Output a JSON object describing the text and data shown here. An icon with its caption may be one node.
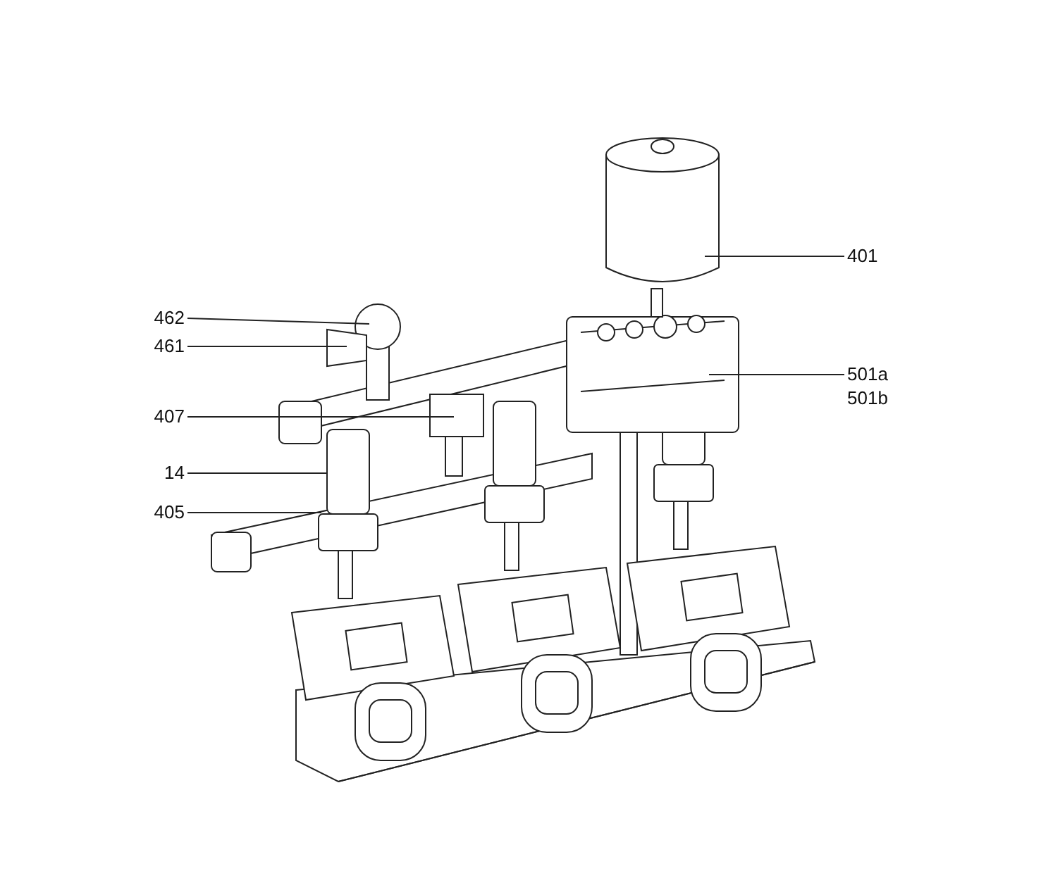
{
  "diagram": {
    "nodes": [
      {
        "text": [
          "462"
        ]
      },
      {
        "text": [
          "461"
        ]
      },
      {
        "text": [
          "407"
        ]
      },
      {
        "text": [
          "14"
        ]
      },
      {
        "text": [
          "405"
        ]
      },
      {
        "text": [
          "401"
        ]
      },
      {
        "text": [
          "501a",
          "501b"
        ]
      }
    ],
    "edges": [
      {
        "from": 0,
        "to": null,
        "arrow": "none"
      },
      {
        "from": 1,
        "to": null,
        "arrow": "none"
      },
      {
        "from": 2,
        "to": null,
        "arrow": "none"
      },
      {
        "from": 3,
        "to": null,
        "arrow": "none"
      },
      {
        "from": 4,
        "to": null,
        "arrow": "none"
      },
      {
        "from": 5,
        "to": null,
        "arrow": "none"
      },
      {
        "from": 6,
        "to": null,
        "arrow": "none"
      }
    ]
  }
}
